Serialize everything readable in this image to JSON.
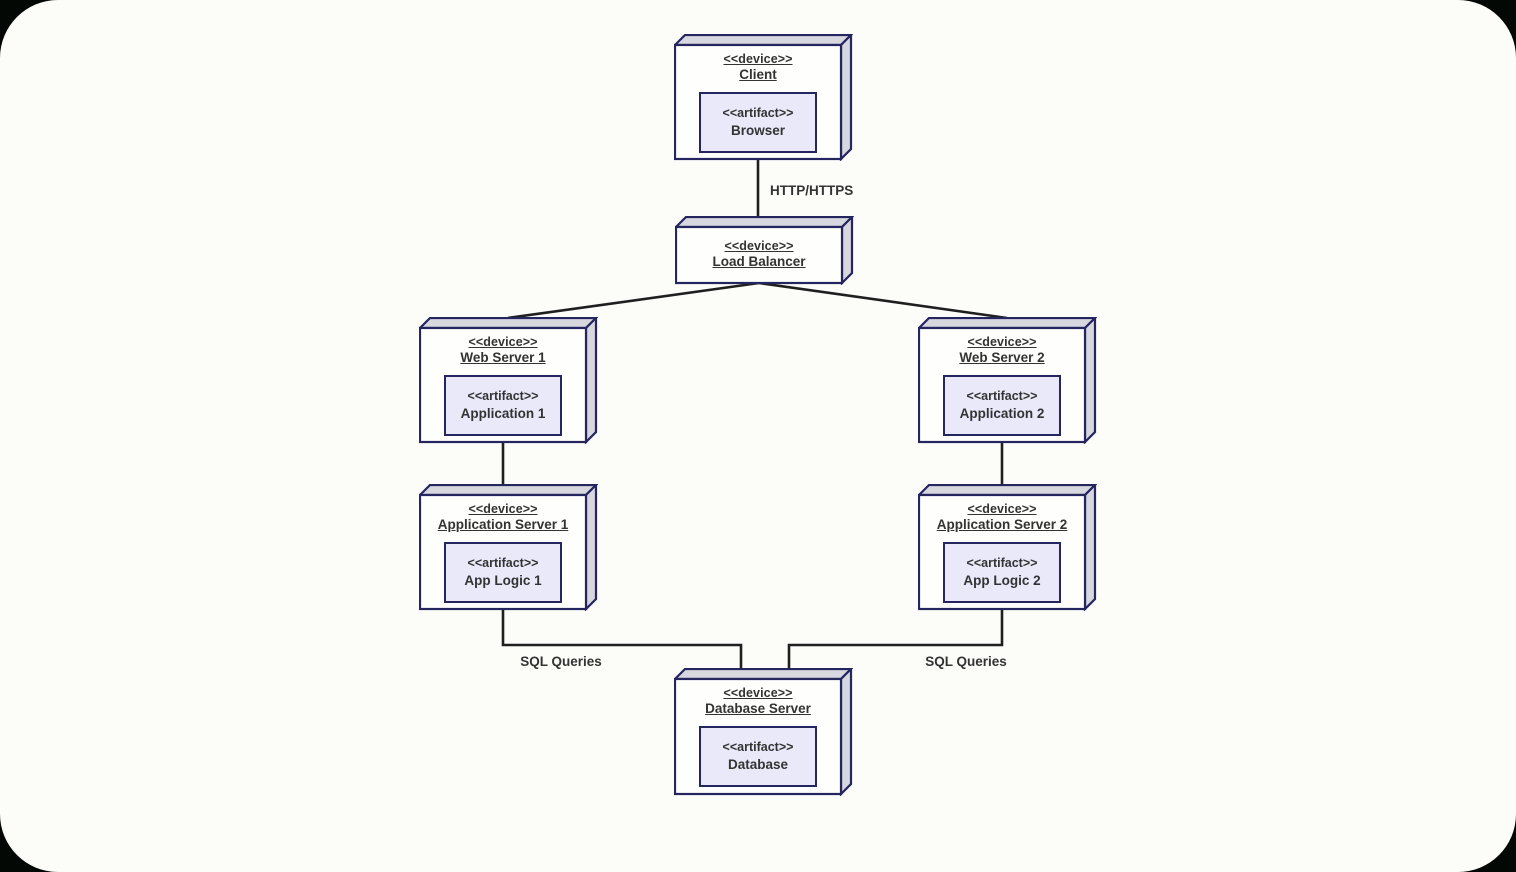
{
  "diagram": {
    "kind": "uml-deployment-diagram",
    "nodes": {
      "client": {
        "stereotype": "<<device>>",
        "name": "Client",
        "artifact_stereotype": "<<artifact>>",
        "artifact_name": "Browser"
      },
      "load_balancer": {
        "stereotype": "<<device>>",
        "name": "Load Balancer"
      },
      "web_server_1": {
        "stereotype": "<<device>>",
        "name": "Web Server 1",
        "artifact_stereotype": "<<artifact>>",
        "artifact_name": "Application 1"
      },
      "web_server_2": {
        "stereotype": "<<device>>",
        "name": "Web Server 2",
        "artifact_stereotype": "<<artifact>>",
        "artifact_name": "Application 2"
      },
      "app_server_1": {
        "stereotype": "<<device>>",
        "name": "Application Server 1",
        "artifact_stereotype": "<<artifact>>",
        "artifact_name": "App Logic 1"
      },
      "app_server_2": {
        "stereotype": "<<device>>",
        "name": "Application Server 2",
        "artifact_stereotype": "<<artifact>>",
        "artifact_name": "App Logic 2"
      },
      "database_server": {
        "stereotype": "<<device>>",
        "name": "Database Server",
        "artifact_stereotype": "<<artifact>>",
        "artifact_name": "Database"
      }
    },
    "connections": [
      {
        "from": "Client",
        "to": "Load Balancer",
        "label": "HTTP/HTTPS"
      },
      {
        "from": "Load Balancer",
        "to": "Web Server 1",
        "label": ""
      },
      {
        "from": "Load Balancer",
        "to": "Web Server 2",
        "label": ""
      },
      {
        "from": "Web Server 1",
        "to": "Application Server 1",
        "label": ""
      },
      {
        "from": "Web Server 2",
        "to": "Application Server 2",
        "label": ""
      },
      {
        "from": "Application Server 1",
        "to": "Database Server",
        "label": "SQL Queries"
      },
      {
        "from": "Application Server 2",
        "to": "Database Server",
        "label": "SQL Queries"
      }
    ],
    "colors": {
      "node_border": "#252560",
      "node_depth_face": "#d7d7df",
      "node_front": "#fefefc",
      "artifact_fill": "#e9e9fa",
      "connector": "#1f1f1f",
      "text": "#333333",
      "canvas": "#fcfcf8",
      "frame_background": "#040804"
    }
  }
}
